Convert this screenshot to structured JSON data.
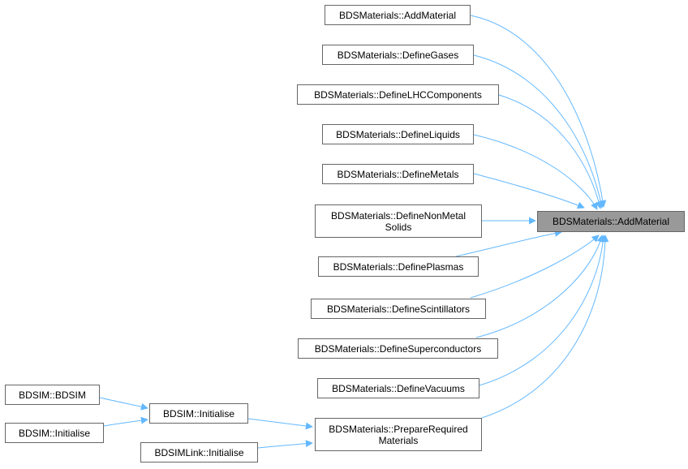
{
  "colors": {
    "edge": "#63b8ff",
    "node_border": "#666666",
    "focus_fill": "#999999",
    "background": "#ffffff"
  },
  "nodes": {
    "target": "BDSMaterials::AddMaterial",
    "caller_add_material": "BDSMaterials::AddMaterial",
    "define_gases": "BDSMaterials::DefineGases",
    "define_lhc": "BDSMaterials::DefineLHCComponents",
    "define_liquids": "BDSMaterials::DefineLiquids",
    "define_metals": "BDSMaterials::DefineMetals",
    "define_nonmetal_line1": "BDSMaterials::DefineNonMetal",
    "define_nonmetal_line2": "Solids",
    "define_plasmas": "BDSMaterials::DefinePlasmas",
    "define_scintillators": "BDSMaterials::DefineScintillators",
    "define_superconductors": "BDSMaterials::DefineSuperconductors",
    "define_vacuums": "BDSMaterials::DefineVacuums",
    "prepare_line1": "BDSMaterials::PrepareRequired",
    "prepare_line2": "Materials",
    "bdsim_initialise": "BDSIM::Initialise",
    "bdsimlink_initialise": "BDSIMLink::Initialise",
    "bdsim_bdsim": "BDSIM::BDSIM",
    "bdsim_initialise_caller": "BDSIM::Initialise"
  },
  "edges": [
    {
      "from": "caller_add_material",
      "to": "target"
    },
    {
      "from": "define_gases",
      "to": "target"
    },
    {
      "from": "define_lhc",
      "to": "target"
    },
    {
      "from": "define_liquids",
      "to": "target"
    },
    {
      "from": "define_metals",
      "to": "target"
    },
    {
      "from": "define_nonmetal",
      "to": "target"
    },
    {
      "from": "define_plasmas",
      "to": "target"
    },
    {
      "from": "define_scintillators",
      "to": "target"
    },
    {
      "from": "define_superconductors",
      "to": "target"
    },
    {
      "from": "define_vacuums",
      "to": "target"
    },
    {
      "from": "prepare",
      "to": "target"
    },
    {
      "from": "bdsim_initialise",
      "to": "prepare"
    },
    {
      "from": "bdsimlink_initialise",
      "to": "prepare"
    },
    {
      "from": "bdsim_bdsim",
      "to": "bdsim_initialise"
    },
    {
      "from": "bdsim_initialise_caller",
      "to": "bdsim_initialise"
    }
  ]
}
